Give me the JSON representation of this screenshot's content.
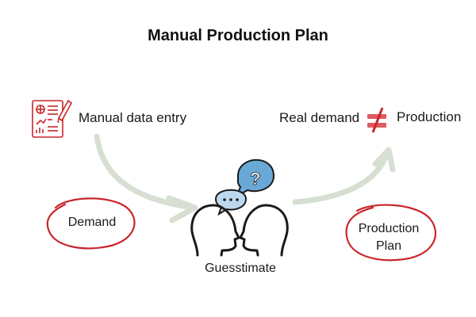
{
  "title": "Manual Production Plan",
  "labels": {
    "manual_entry": "Manual data entry",
    "real_demand": "Real demand",
    "production": "Production",
    "demand": "Demand",
    "production_plan_line1": "Production",
    "production_plan_line2": "Plan",
    "guesstimate": "Guesstimate"
  },
  "symbols": {
    "not_equal": "≠",
    "question": "?",
    "ellipsis": "..."
  },
  "icons": [
    "document-chart-icon",
    "not-equal-icon",
    "heads-dialogue-icon"
  ],
  "colors": {
    "accent_red": "#c9252b",
    "arrow_green": "#d6dfd2",
    "bubble_blue": "#6aa9d6",
    "outline": "#1a1a1a"
  }
}
